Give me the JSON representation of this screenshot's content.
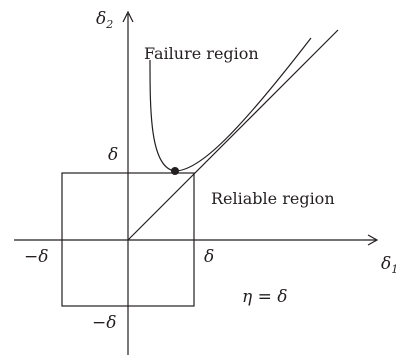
{
  "labels": {
    "y_axis_symbol": "δ",
    "y_axis_subscript": "2",
    "x_axis_symbol": "δ",
    "x_axis_subscript": "1",
    "failure_region": "Failure region",
    "reliable_region": "Reliable region",
    "delta_top": "δ",
    "delta_right": "δ",
    "neg_delta_left": "−δ",
    "neg_delta_bottom": "−δ",
    "equation": "η = δ"
  }
}
